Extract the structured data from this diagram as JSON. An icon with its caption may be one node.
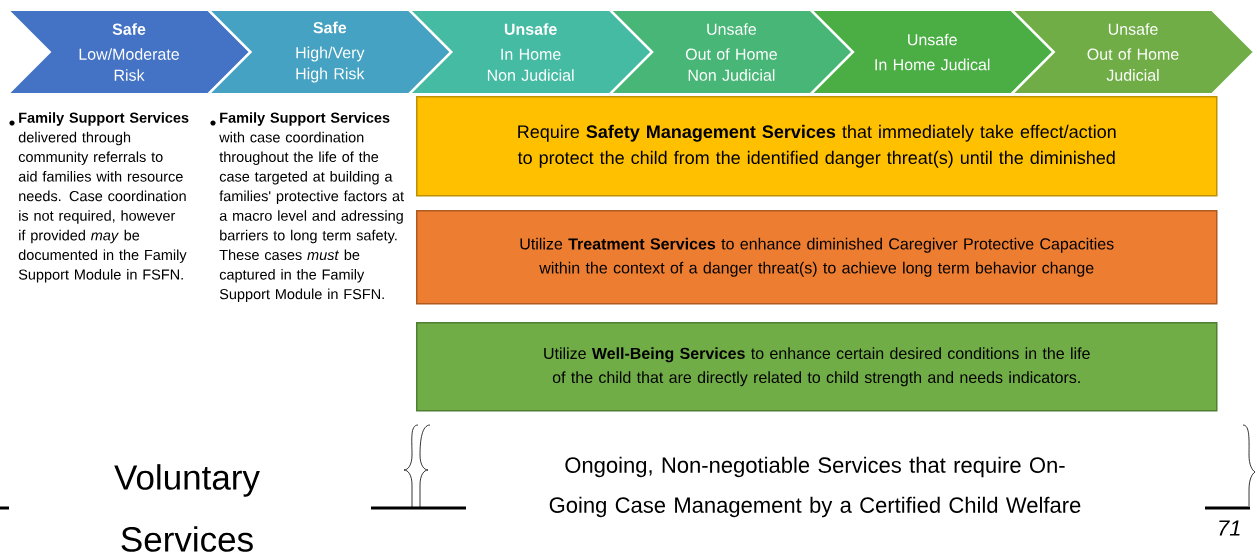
{
  "diagram": {
    "nodes": [
      {
        "text": [
          "**Safe**",
          "Low/Moderate Risk"
        ]
      },
      {
        "text": [
          "**Safe**",
          "High/Very High Risk"
        ]
      },
      {
        "text": [
          "**Unsafe**",
          "In Home Non Judicial"
        ]
      },
      {
        "text": [
          "Unsafe",
          "Out of Home Non Judicial"
        ]
      },
      {
        "text": [
          "Unsafe",
          "In Home Judical"
        ]
      },
      {
        "text": [
          "Unsafe",
          "Out of Home Judicial"
        ]
      },
      {
        "text": [
          "Require **Safety Management Services** that immediately take effect/action to protect the child from the identified danger threat(s) until the diminished"
        ]
      },
      {
        "text": [
          "Utilize **Treatment Services** to enhance diminished Caregiver Protective Capacities within the context of a danger threat(s) to achieve long term behavior change"
        ]
      },
      {
        "text": [
          "Utilize **Well-Being Services** to enhance certain desired conditions in the life of the child that are directly related to child strength and needs indicators."
        ]
      }
    ],
    "labels": [
      "**Family Support Services** delivered through community referrals to aid families with resource needs. Case coordination is not required, however if provided *may* be documented in the Family Support Module in FSFN.",
      "**Family Support Services** with case coordination throughout the life of the case targeted at building a families' protective factors at a macro level and adressing barriers to long term safety. These cases *must* be captured in the Family Support Module in FSFN.",
      "Voluntary Services",
      "Ongoing, Non-negotiable Services that require On-Going Case Management by a Certified Child Welfare",
      "71"
    ]
  }
}
